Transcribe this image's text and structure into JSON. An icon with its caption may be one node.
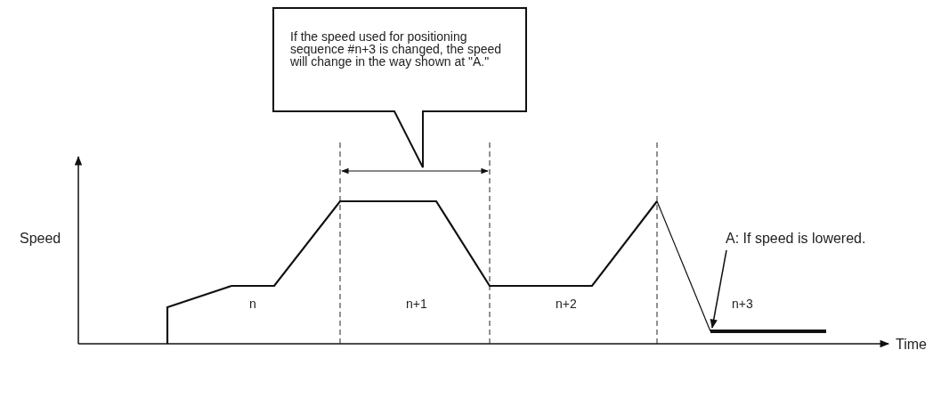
{
  "diagram": {
    "nodes": [
      {
        "text": [
          "If the speed used for positioning sequence #n+3 is changed, the speed will change in the way shown at \"A.\""
        ]
      },
      {
        "text": [
          "A: If speed is lowered."
        ]
      },
      {
        "text": [],
        "shape": "bar"
      }
    ],
    "edges": [
      {
        "from": 1,
        "to": 2,
        "arrow": "to"
      }
    ],
    "labels": [
      "Speed",
      "n",
      "n+1",
      "n+2",
      "n+3",
      "Time"
    ]
  }
}
